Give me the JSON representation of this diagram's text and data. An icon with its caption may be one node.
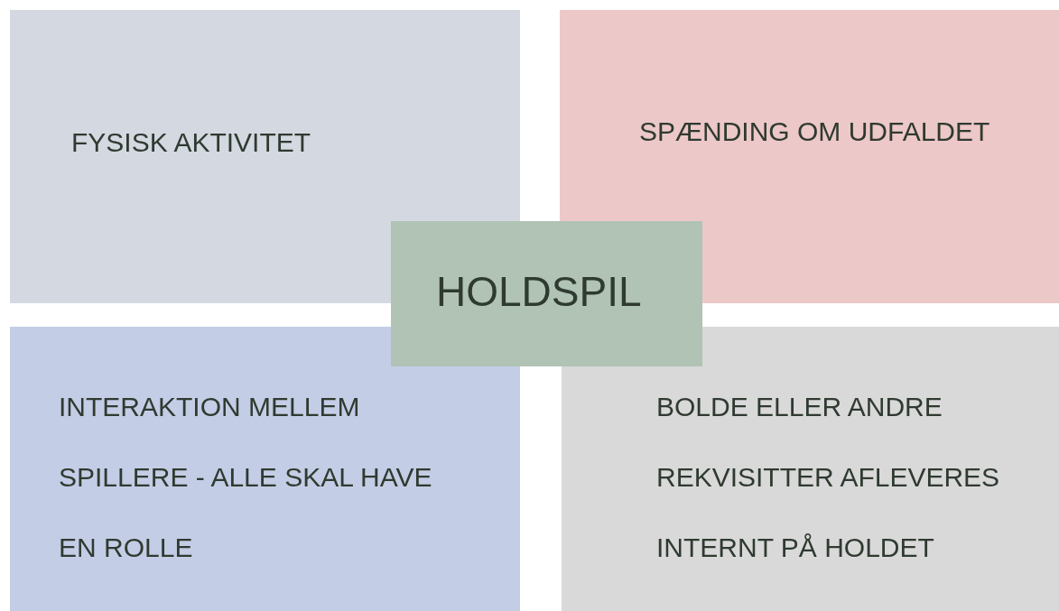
{
  "diagram": {
    "nodes": [
      {
        "text": [
          "FYSISK AKTIVITET"
        ]
      },
      {
        "text": [
          "SPÆNDING OM UDFALDET"
        ]
      },
      {
        "text": [
          "INTERAKTION MELLEM SPILLERE - ALLE SKAL HAVE EN ROLLE"
        ]
      },
      {
        "text": [
          "BOLDE ELLER ANDRE REKVISITTER AFLEVERES INTERNT PÅ HOLDET"
        ]
      },
      {
        "text": [
          "HOLDSPIL"
        ]
      }
    ],
    "edges": []
  }
}
